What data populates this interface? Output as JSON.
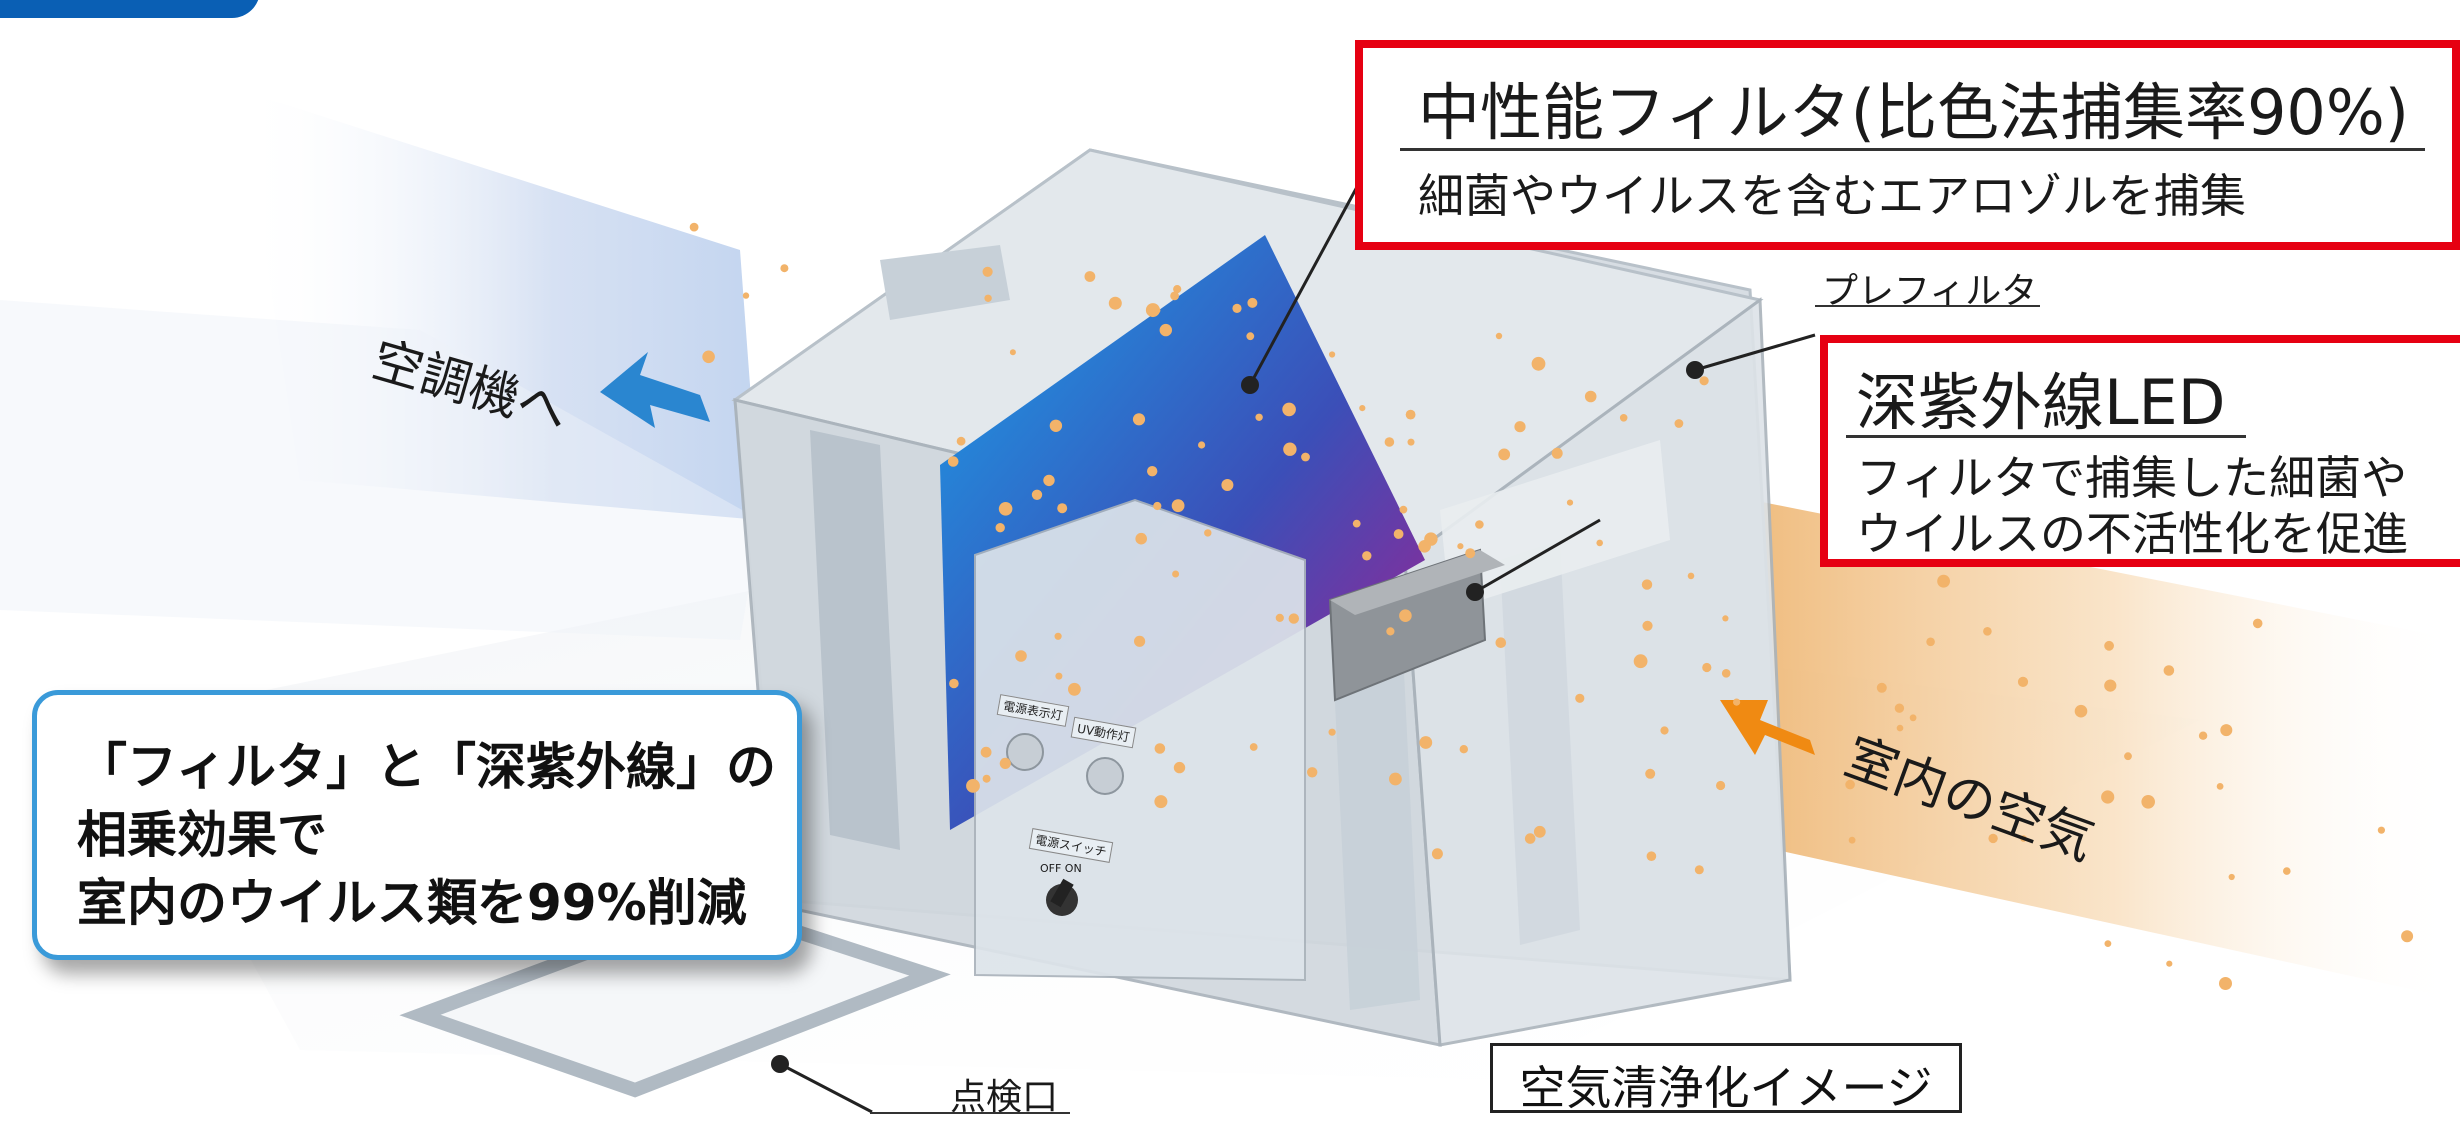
{
  "callouts": {
    "medium_filter": {
      "title": "中性能フィルタ(比色法捕集率90%)",
      "desc": "細菌やウイルスを含むエアロゾルを捕集"
    },
    "uv_led": {
      "title": "深紫外線LED",
      "desc_line1": "フィルタで捕集した細菌や",
      "desc_line2": "ウイルスの不活性化を促進"
    }
  },
  "labels": {
    "prefilter": "プレフィルタ",
    "to_aircon": "空調機へ",
    "room_air": "室内の空気",
    "inspection_port": "点検口"
  },
  "panel": {
    "power_lamp": "電源表示灯",
    "uv_lamp": "UV動作灯",
    "power_switch": "電源スイッチ",
    "switch_states": "OFF  ON"
  },
  "summary": {
    "line1": "「フィルタ」と「深紫外線」の",
    "line2": "相乗効果で",
    "line3": "室内のウイルス類を99%削減"
  },
  "caption": "空気清浄化イメージ",
  "colors": {
    "accent_red": "#e60012",
    "accent_blue": "#0a5fb4",
    "summary_border": "#3a9ad9",
    "arrow_blue": "#2a86d0",
    "arrow_orange": "#f08a12",
    "particle": "#f2b36a"
  }
}
